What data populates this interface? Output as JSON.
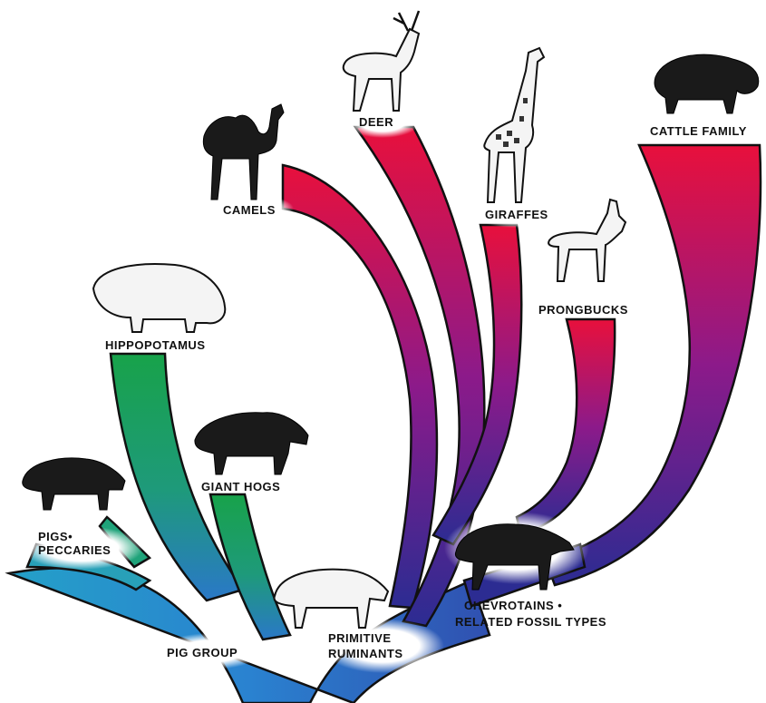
{
  "labels": {
    "deer": "DEER",
    "cattle": "CATTLE FAMILY",
    "camels": "CAMELS",
    "giraffes": "GIRAFFES",
    "prongbucks": "PRONGBUCKS",
    "hippo": "HIPPOPOTAMUS",
    "giant_hogs": "GIANT HOGS",
    "pigs_line1": "PIGS•",
    "pigs_line2": "PECCARIES",
    "chevro_line1": "CHEVROTAINS •",
    "chevro_line2": "RELATED FOSSIL TYPES",
    "pig_group": "PIG GROUP",
    "rum_line1": "PRIMITIVE",
    "rum_line2": "RUMINANTS"
  },
  "colors": {
    "pig_green": "#1aa64a",
    "pig_blue": "#2a7fc8",
    "ruminant_red": "#e8103c",
    "ruminant_purple": "#8a1a8a",
    "ruminant_navy": "#2a2a8c"
  }
}
